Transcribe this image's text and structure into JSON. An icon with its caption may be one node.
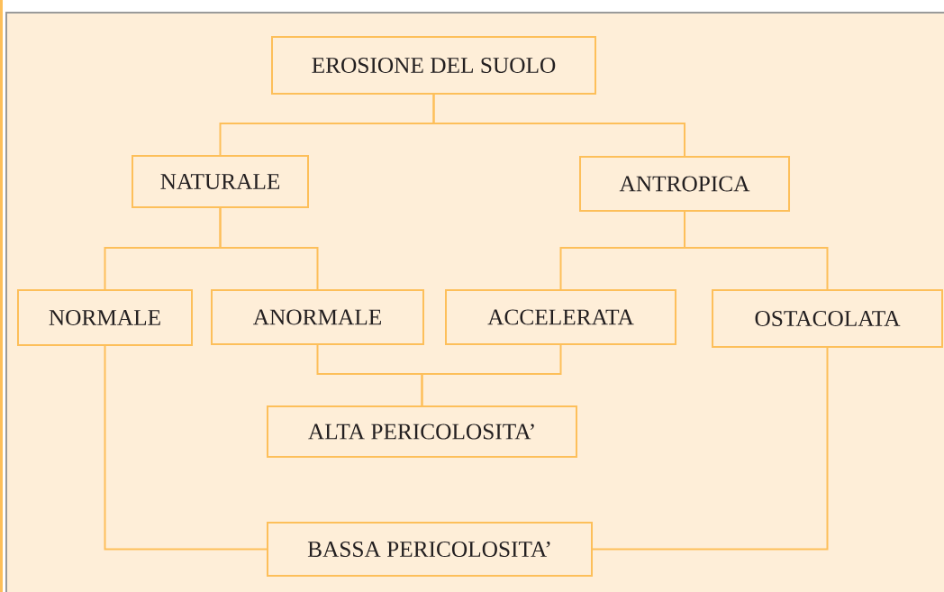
{
  "diagram": {
    "nodes": [
      {
        "text": [
          "EROSIONE DEL SUOLO"
        ]
      },
      {
        "text": [
          "NATURALE"
        ]
      },
      {
        "text": [
          "ANTROPICA"
        ]
      },
      {
        "text": [
          "NORMALE"
        ]
      },
      {
        "text": [
          "ANORMALE"
        ]
      },
      {
        "text": [
          "ACCELERATA"
        ]
      },
      {
        "text": [
          "OSTACOLATA"
        ]
      },
      {
        "text": [
          "ALTA PERICOLOSITA’"
        ]
      },
      {
        "text": [
          "BASSA PERICOLOSITA’"
        ]
      }
    ],
    "edges": [
      {
        "from": 0,
        "to": 1,
        "arrow": "none"
      },
      {
        "from": 0,
        "to": 2,
        "arrow": "none"
      },
      {
        "from": 1,
        "to": 3,
        "arrow": "none"
      },
      {
        "from": 1,
        "to": 4,
        "arrow": "none"
      },
      {
        "from": 2,
        "to": 5,
        "arrow": "none"
      },
      {
        "from": 2,
        "to": 6,
        "arrow": "none"
      },
      {
        "from": 4,
        "to": 7,
        "arrow": "none"
      },
      {
        "from": 5,
        "to": 7,
        "arrow": "none"
      },
      {
        "from": 3,
        "to": 8,
        "arrow": "none"
      },
      {
        "from": 6,
        "to": 8,
        "arrow": "none"
      }
    ]
  }
}
